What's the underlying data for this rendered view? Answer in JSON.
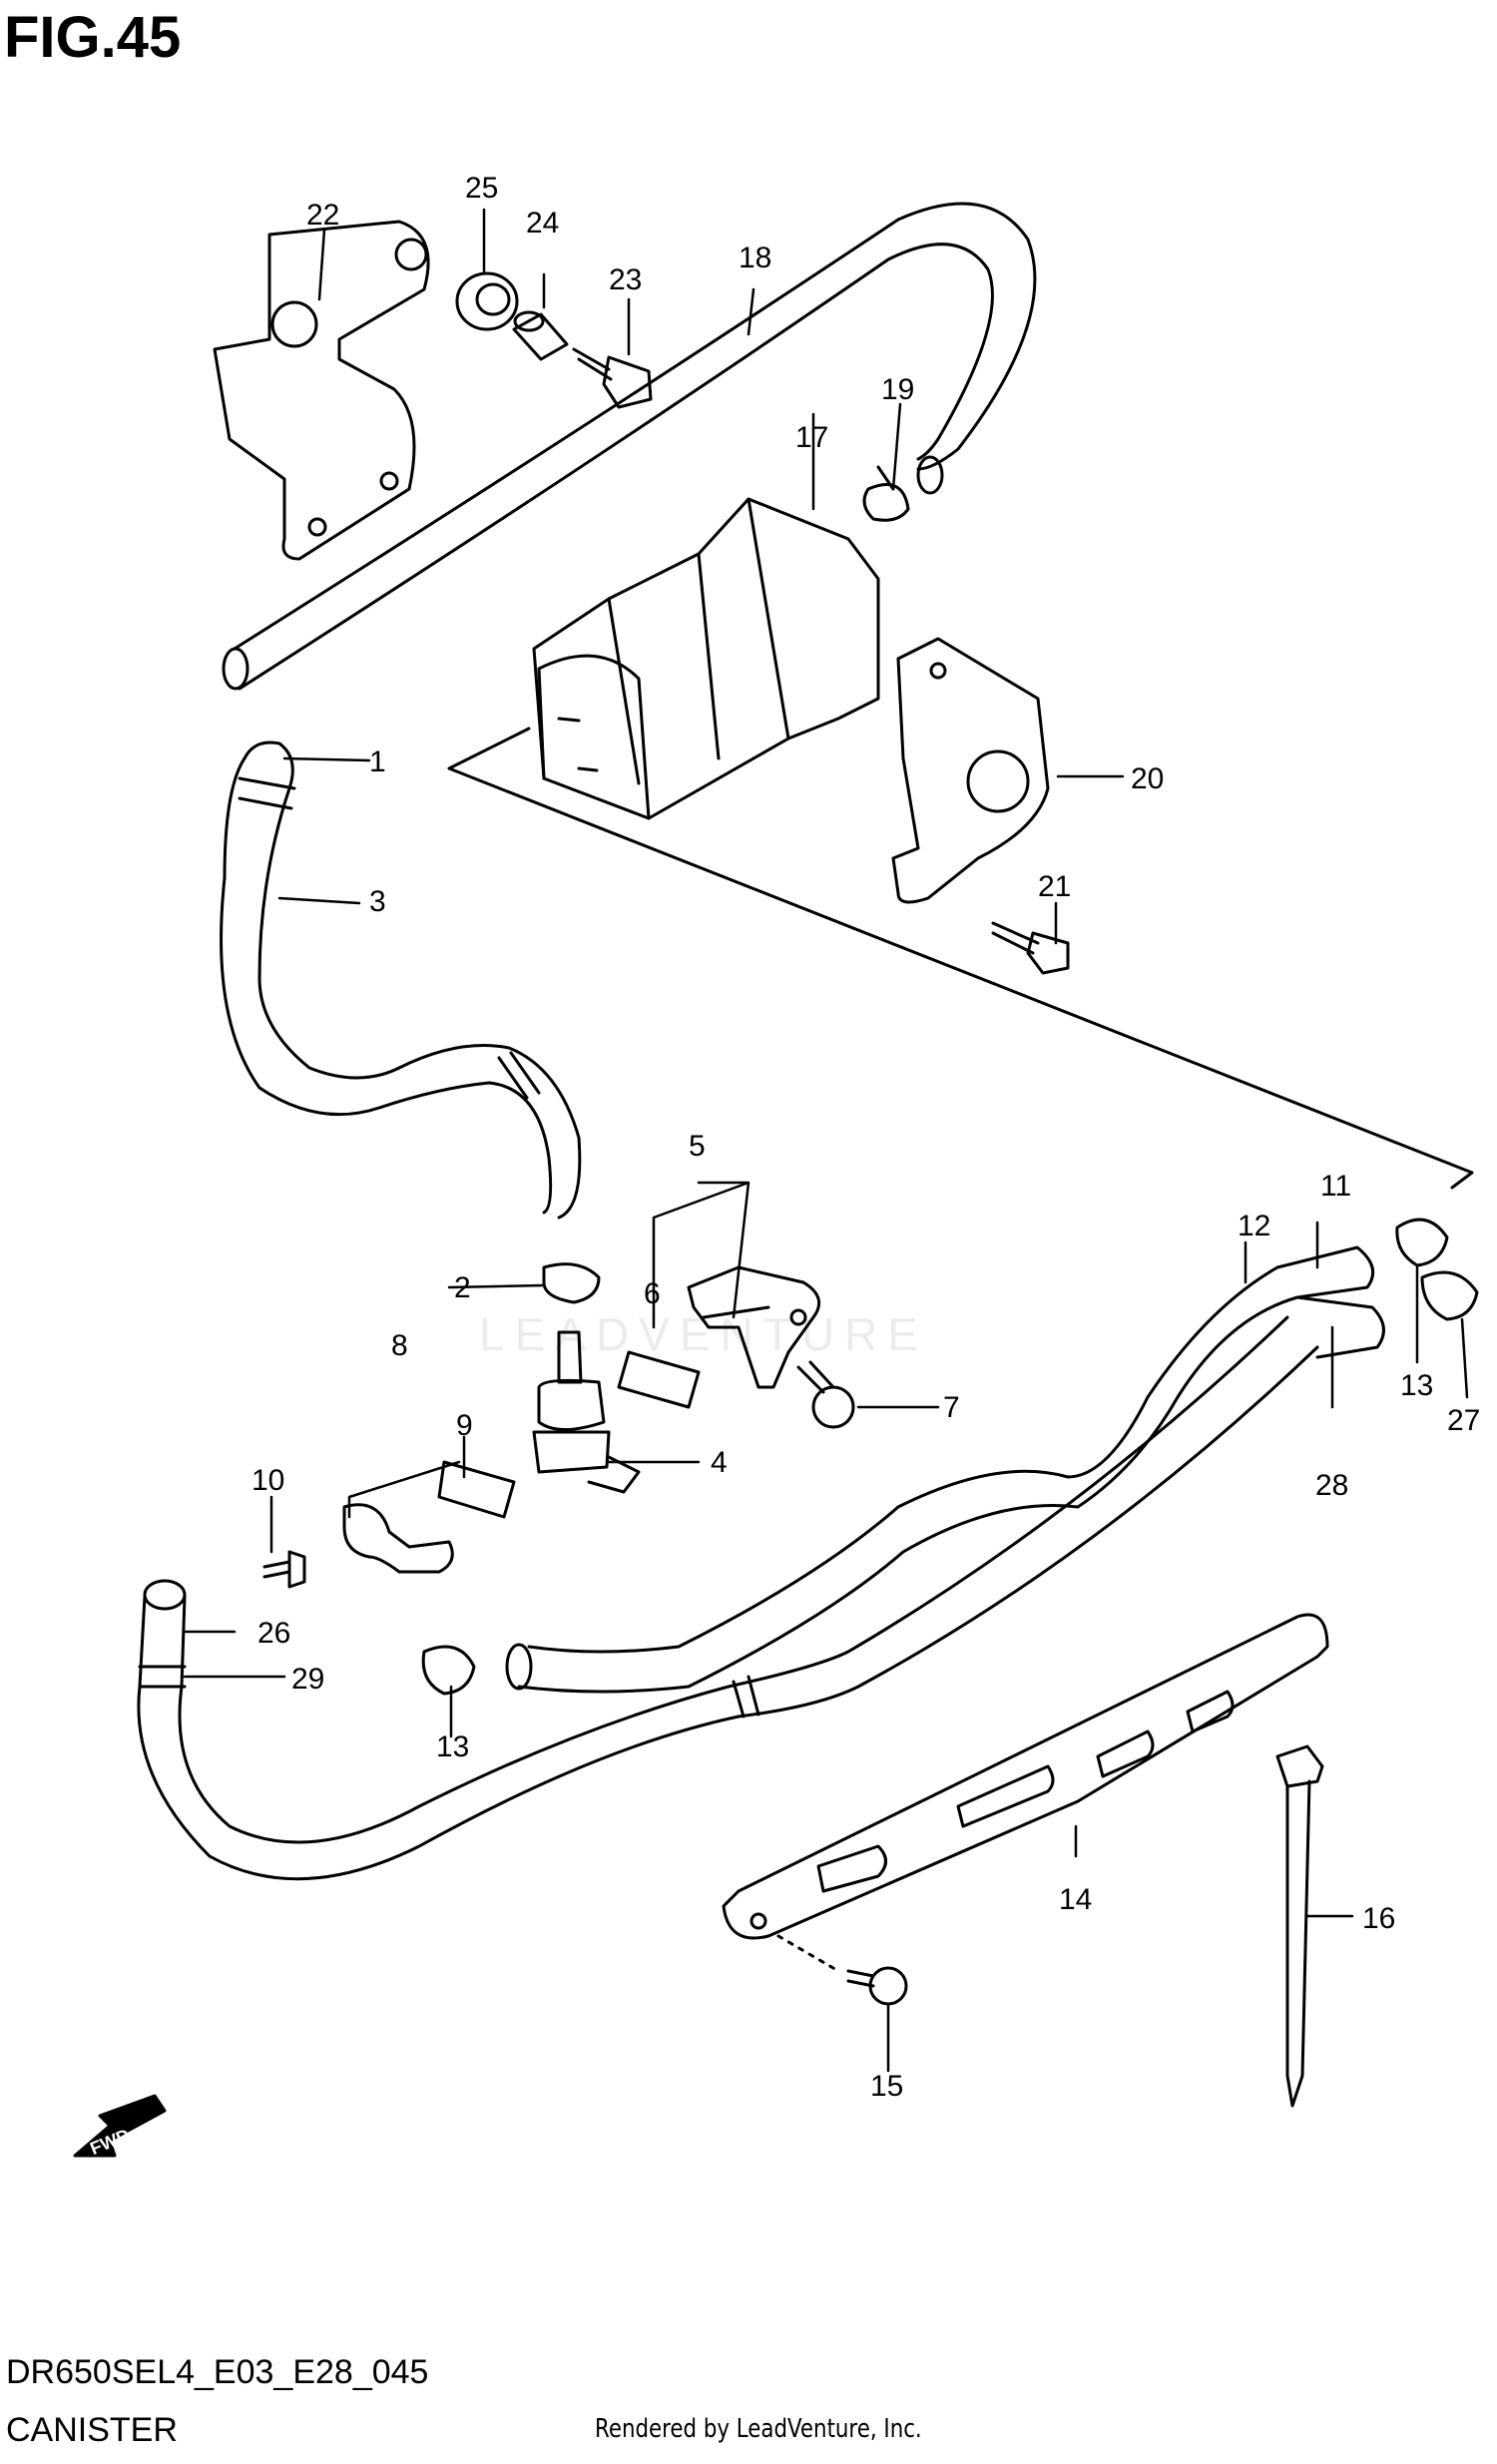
{
  "figure": {
    "title": "FIG.45",
    "model_code": "DR650SEL4_E03_E28_045",
    "name": "CANISTER",
    "rendered_by": "Rendered by LeadVenture, Inc.",
    "watermark": "LEADVENTURE"
  },
  "fwd_badge": "FWD",
  "callouts": {
    "c1": "1",
    "c2": "2",
    "c3": "3",
    "c4": "4",
    "c5": "5",
    "c6": "6",
    "c7": "7",
    "c8": "8",
    "c9": "9",
    "c10": "10",
    "c11": "11",
    "c12": "12",
    "c13a": "13",
    "c13b": "13",
    "c14": "14",
    "c15": "15",
    "c16": "16",
    "c17": "17",
    "c18": "18",
    "c19": "19",
    "c20": "20",
    "c21": "21",
    "c22": "22",
    "c23": "23",
    "c24": "24",
    "c25": "25",
    "c26": "26",
    "c27": "27",
    "c28": "28",
    "c29": "29"
  },
  "colors": {
    "line": "#000000",
    "background": "#ffffff",
    "watermark": "#ececec"
  }
}
